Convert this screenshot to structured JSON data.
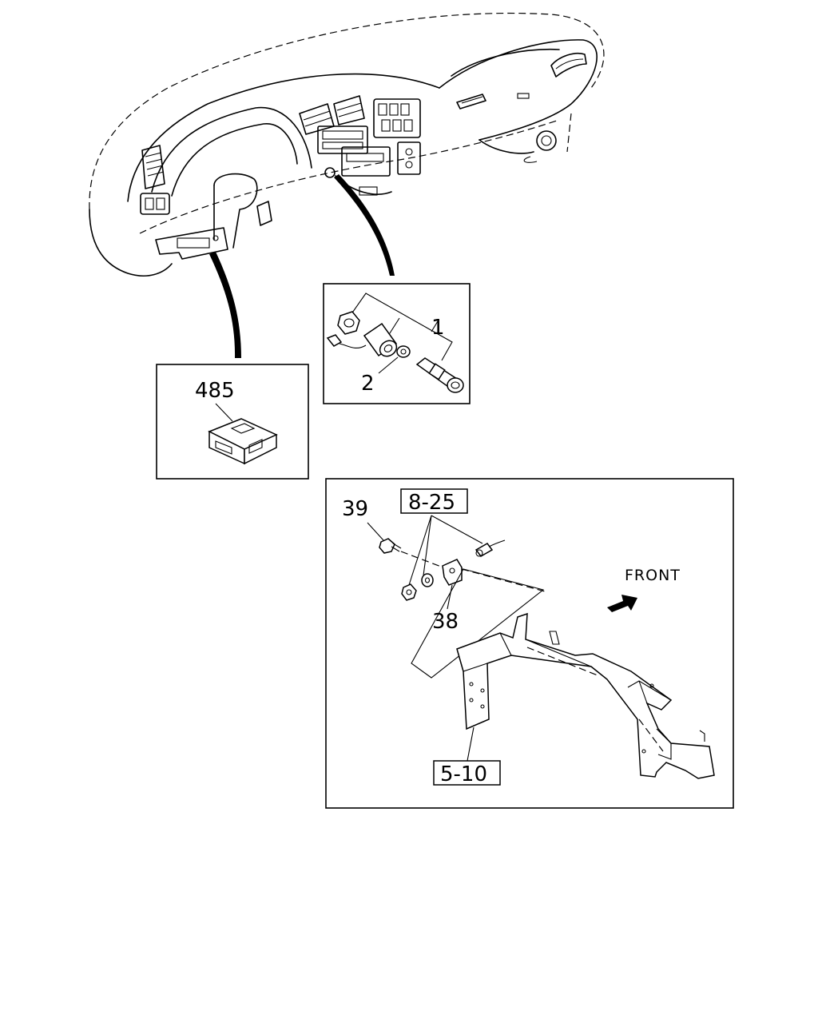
{
  "diagram": {
    "callouts": {
      "part_1": "1",
      "part_2": "2",
      "part_485": "485",
      "part_39": "39",
      "part_38": "38",
      "ref_8_25": "8-25",
      "ref_5_10": "5-10"
    },
    "direction_label": "FRONT"
  }
}
